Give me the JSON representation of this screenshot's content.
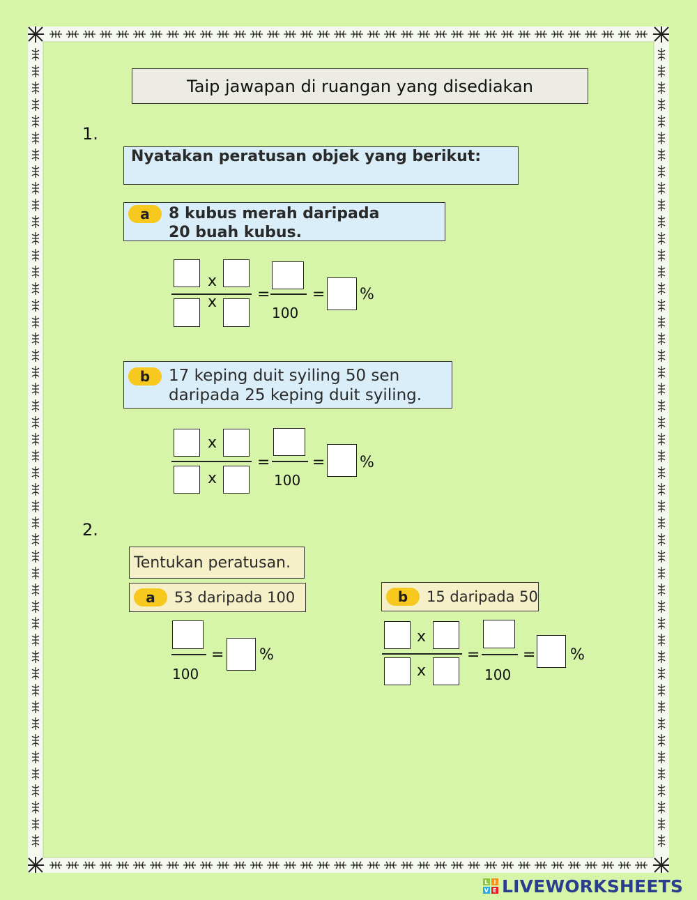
{
  "header": {
    "instruction": "Taip jawapan di ruangan yang disediakan"
  },
  "q1": {
    "number": "1.",
    "prompt": "Nyatakan peratusan objek yang berikut:",
    "a": {
      "tag": "a",
      "line1": "8 kubus merah daripada",
      "line2": "20 buah kubus."
    },
    "b": {
      "tag": "b",
      "line1": "17 keping duit syiling 50 sen",
      "line2": "daripada 25 keping duit syiling."
    }
  },
  "q2": {
    "number": "2.",
    "prompt": "Tentukan peratusan.",
    "a": {
      "tag": "a",
      "text": "53 daripada 100"
    },
    "b": {
      "tag": "b",
      "text": "15 daripada 50"
    }
  },
  "symbols": {
    "times": "x",
    "equals": "=",
    "percent": "%",
    "hundred": "100"
  },
  "footer": {
    "brand": "LIVEWORKSHEETS",
    "mark_letters": [
      "L",
      "I",
      "V",
      "E"
    ]
  },
  "colors": {
    "background": "#d6f5a8",
    "blue_box": "#d9eef9",
    "yellow_box": "#f5f0c8",
    "pill": "#f7c81e",
    "brand": "#2a3d8f"
  }
}
